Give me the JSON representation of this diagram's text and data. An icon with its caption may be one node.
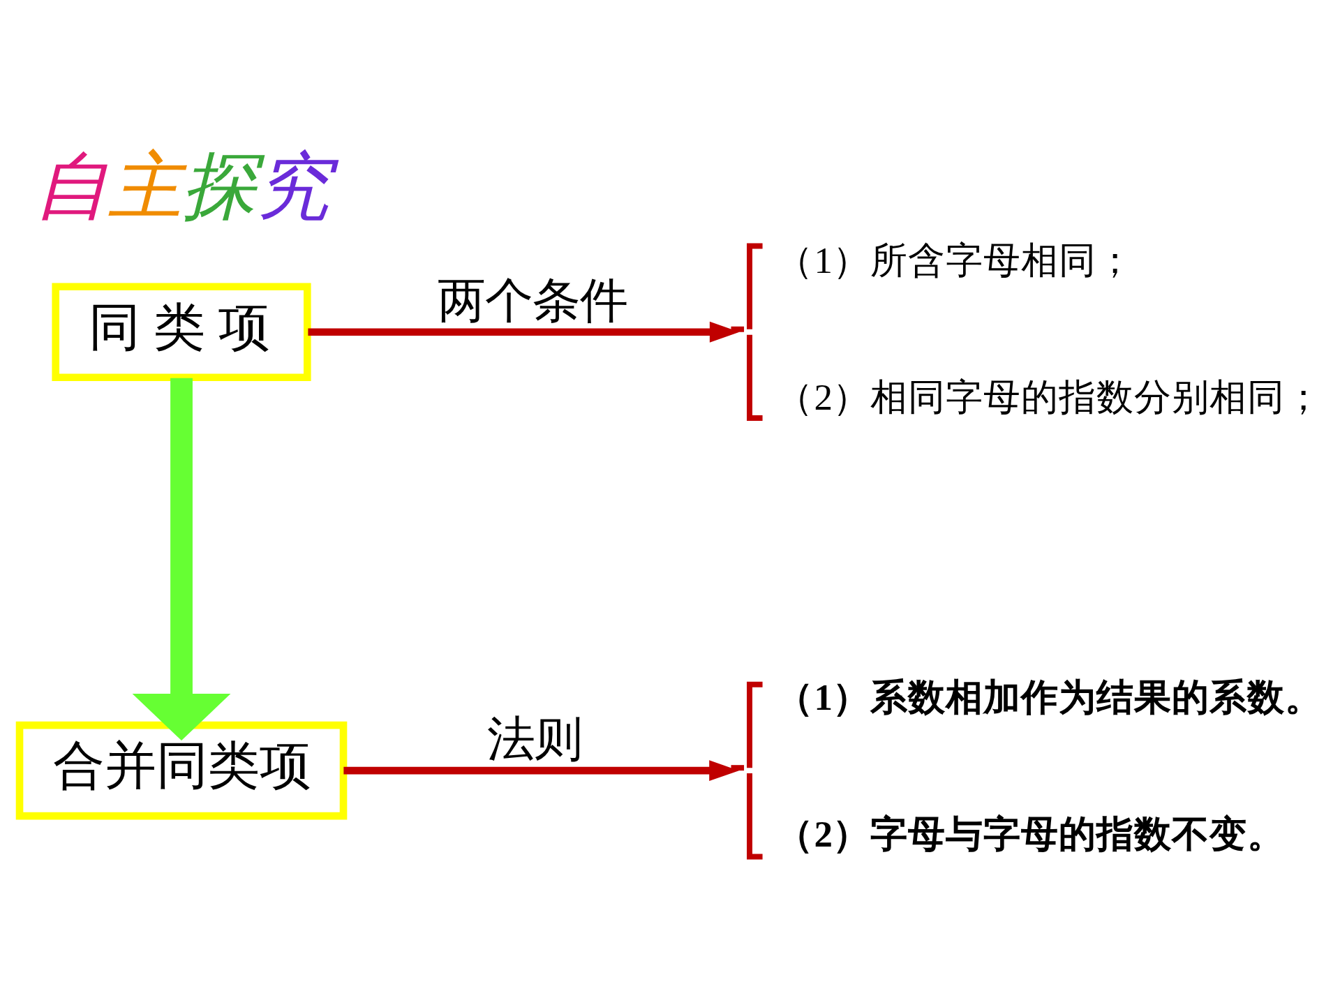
{
  "diagram": {
    "title": "自主探究",
    "nodes": [
      {
        "text": [
          "同 类 项"
        ]
      },
      {
        "text": [
          "合并同类项"
        ]
      },
      {
        "text": [
          "（1）所含字母相同；",
          "（2）相同字母的指数分别相同；"
        ]
      },
      {
        "text": [
          "（1）系数相加作为结果的系数。",
          "（2）字母与字母的指数不变。"
        ]
      }
    ],
    "edges": [
      {
        "from": 0,
        "to": 2,
        "arrow": "to",
        "label": "两个条件"
      },
      {
        "from": 0,
        "to": 1,
        "arrow": "to",
        "style": "thick",
        "color": "#66ff33"
      },
      {
        "from": 1,
        "to": 3,
        "arrow": "to",
        "label": "法则"
      }
    ]
  }
}
